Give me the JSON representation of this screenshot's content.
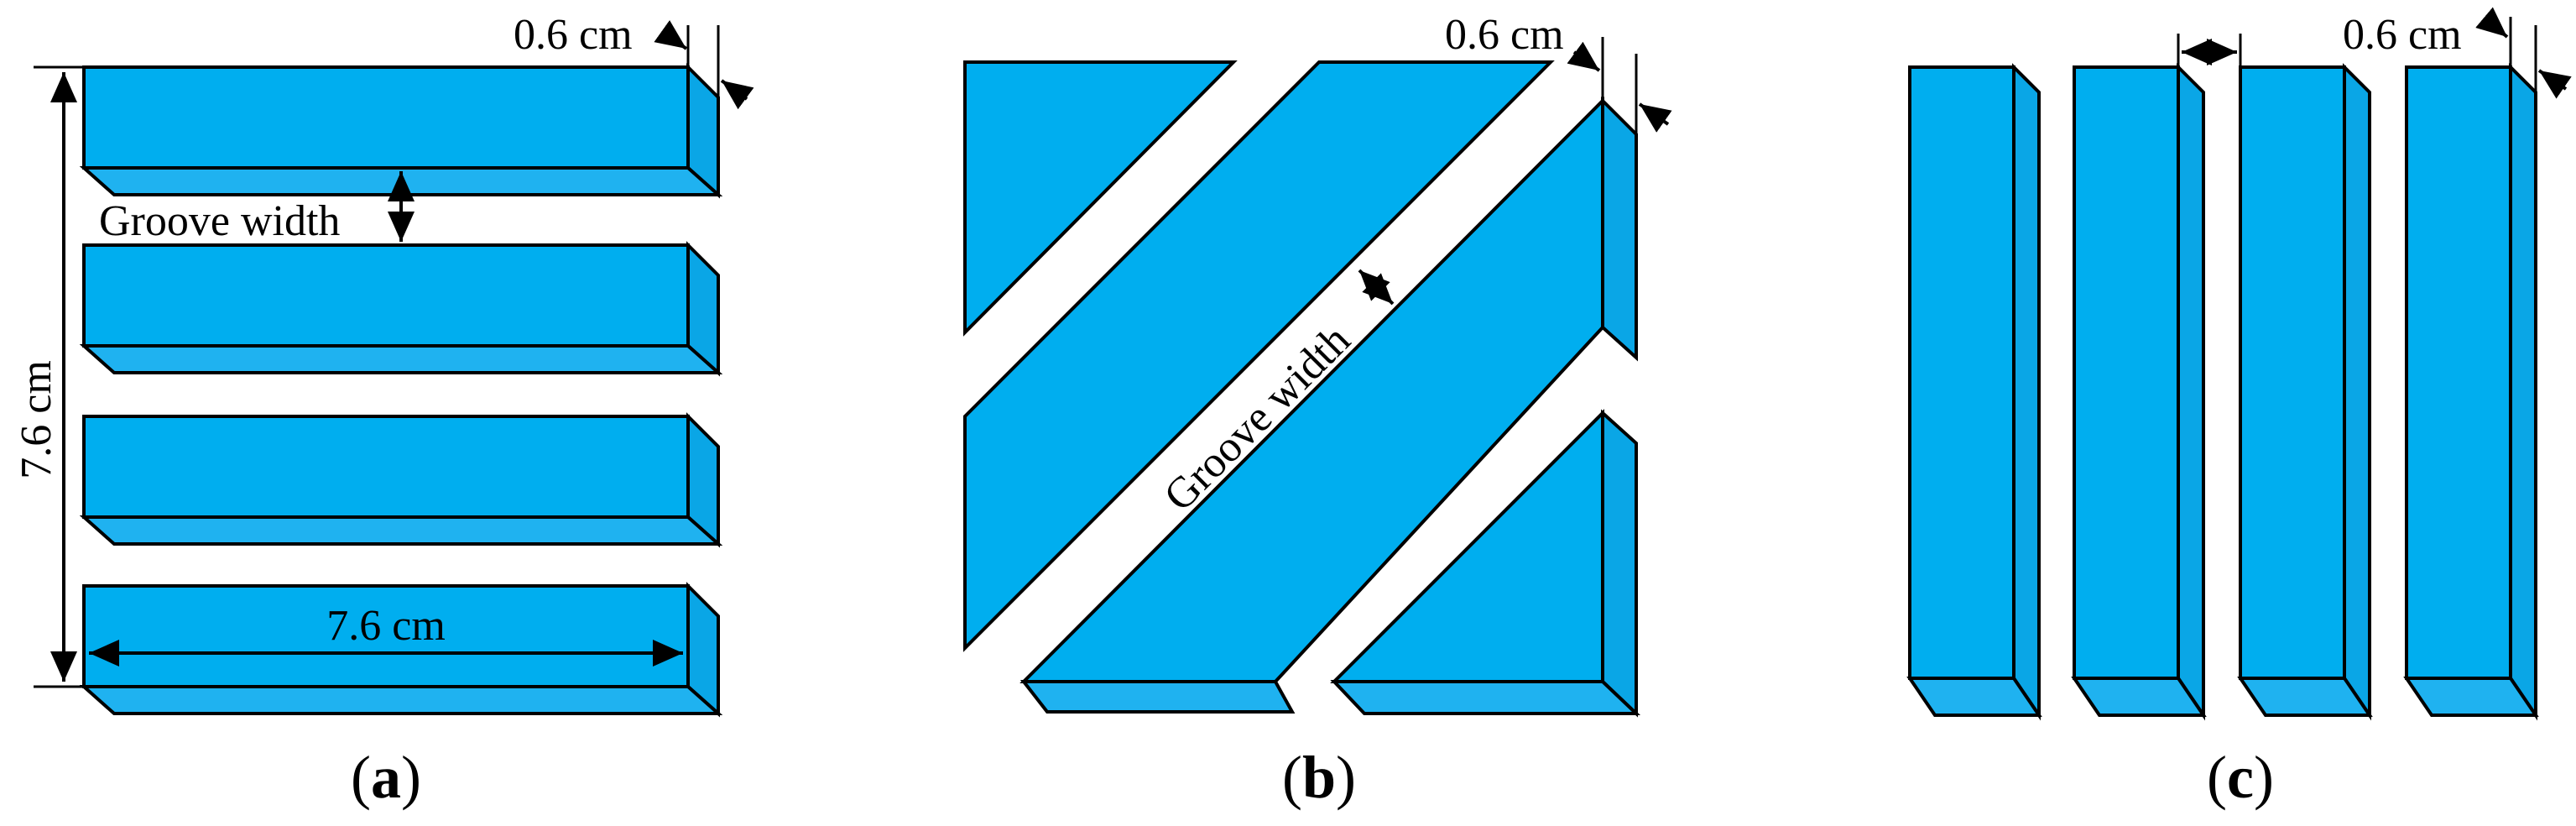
{
  "panels": [
    {
      "id": "a",
      "caption": {
        "open": "(",
        "letter": "a",
        "close": ")"
      },
      "labels": {
        "thickness": "0.6 cm",
        "groove": "Groove width",
        "height": "7.6 cm",
        "length": "7.6 cm"
      }
    },
    {
      "id": "b",
      "caption": {
        "open": "(",
        "letter": "b",
        "close": ")"
      },
      "labels": {
        "thickness": "0.6 cm",
        "groove": "Groove width"
      }
    },
    {
      "id": "c",
      "caption": {
        "open": "(",
        "letter": "c",
        "close": ")"
      },
      "labels": {
        "thickness": "0.6 cm"
      }
    }
  ],
  "colors": {
    "block": "#00AEEF",
    "outline": "#000000",
    "background": "#FFFFFF"
  }
}
